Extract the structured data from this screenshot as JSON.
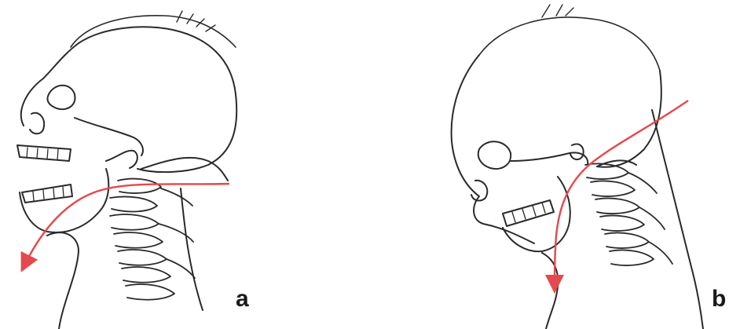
{
  "panels": [
    {
      "id": "a",
      "label": "a",
      "head_posture": "extended",
      "arrow": "horizontal-to-down-left"
    },
    {
      "id": "b",
      "label": "b",
      "head_posture": "flexed",
      "arrow": "diagonal-to-down"
    }
  ],
  "colors": {
    "line_art": "#2a2a2a",
    "arrow": "#e5484d",
    "background": "#ffffff"
  }
}
